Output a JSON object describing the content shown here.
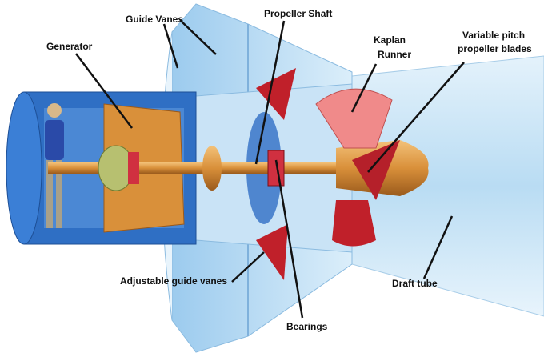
{
  "diagram": {
    "labels": {
      "guide_vanes": "Guide Vanes",
      "propeller_shaft": "Propeller Shaft",
      "kaplan": "Kaplan",
      "runner": "Runner",
      "variable_pitch_line1": "Variable pitch",
      "variable_pitch_line2": "propeller blades",
      "generator": "Generator",
      "adjustable_guide_vanes": "Adjustable guide vanes",
      "draft_tube": "Draft tube",
      "bearings": "Bearings"
    },
    "colors": {
      "casing_light": "#cfe6f7",
      "casing_mid": "#8fc3ea",
      "generator_blue": "#2f6fc4",
      "shaft_orange": "#d9903a",
      "blade_pink": "#f08a8a",
      "blade_red": "#c0202a"
    }
  }
}
